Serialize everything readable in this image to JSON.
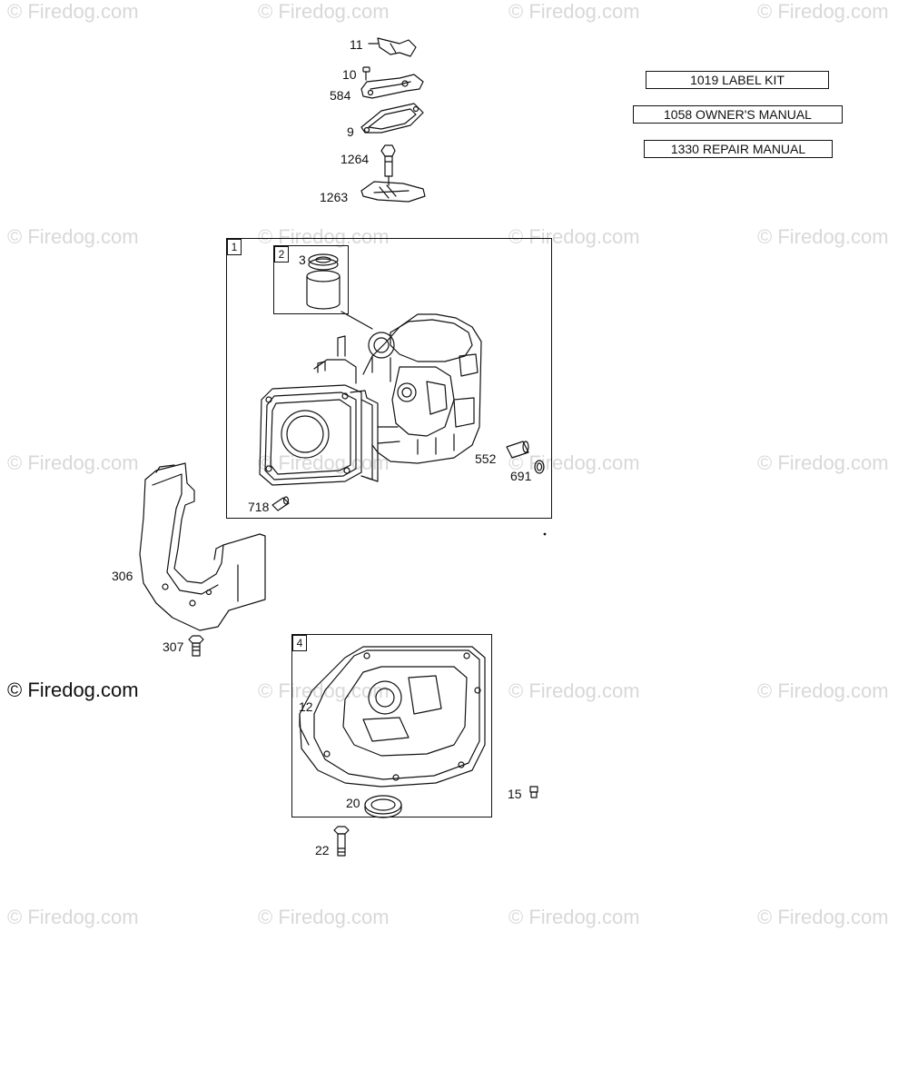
{
  "watermark": "© Firedog.com",
  "copyright": "© Firedog.com",
  "kits": {
    "label_kit": "1019 LABEL KIT",
    "owners_manual": "1058 OWNER'S MANUAL",
    "repair_manual": "1330 REPAIR MANUAL"
  },
  "frames": {
    "frame1": "1",
    "frame2": "2",
    "frame4": "4"
  },
  "parts": {
    "p11": "11",
    "p10": "10",
    "p584": "584",
    "p9": "9",
    "p1264": "1264",
    "p1263": "1263",
    "p3": "3",
    "p552": "552",
    "p691": "691",
    "p718": "718",
    "p306": "306",
    "p307": "307",
    "p12": "12",
    "p20": "20",
    "p15": "15",
    "p22": "22"
  },
  "colors": {
    "line": "#111111",
    "watermark": "#d8d8d8"
  }
}
